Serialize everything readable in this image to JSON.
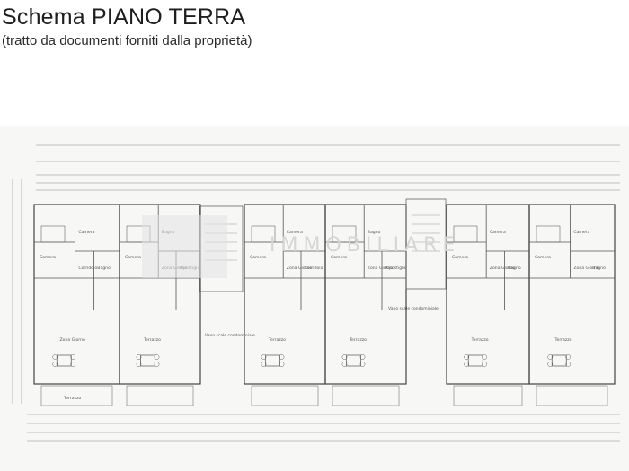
{
  "header": {
    "title": "Schema PIANO TERRA",
    "subtitle": "(tratto da documenti forniti dalla proprietà)"
  },
  "plan": {
    "units": [
      {
        "rooms": [
          "Camera",
          "Camera",
          "Bagno",
          "Corridoio",
          "Zona Giorno",
          "Terrazzo"
        ]
      },
      {
        "rooms": [
          "Camera",
          "Bagno",
          "Ripostiglio",
          "Zona Giorno",
          "Terrazzo"
        ]
      },
      {
        "rooms": [
          "Camera",
          "Camera",
          "Corridoio",
          "Zona Giorno",
          "Terrazzo"
        ]
      },
      {
        "rooms": [
          "Camera",
          "Bagno",
          "Ripostiglio",
          "Zona Giorno",
          "Terrazzo"
        ]
      },
      {
        "rooms": [
          "Camera",
          "Camera",
          "Bagno",
          "Zona Giorno",
          "Terrazzo"
        ]
      },
      {
        "rooms": [
          "Camera",
          "Camera",
          "Bagno",
          "Zona Giorno",
          "Terrazzo"
        ]
      }
    ],
    "stair_label": "Vano scale condominiale",
    "watermark": "IMMOBILIARE"
  }
}
